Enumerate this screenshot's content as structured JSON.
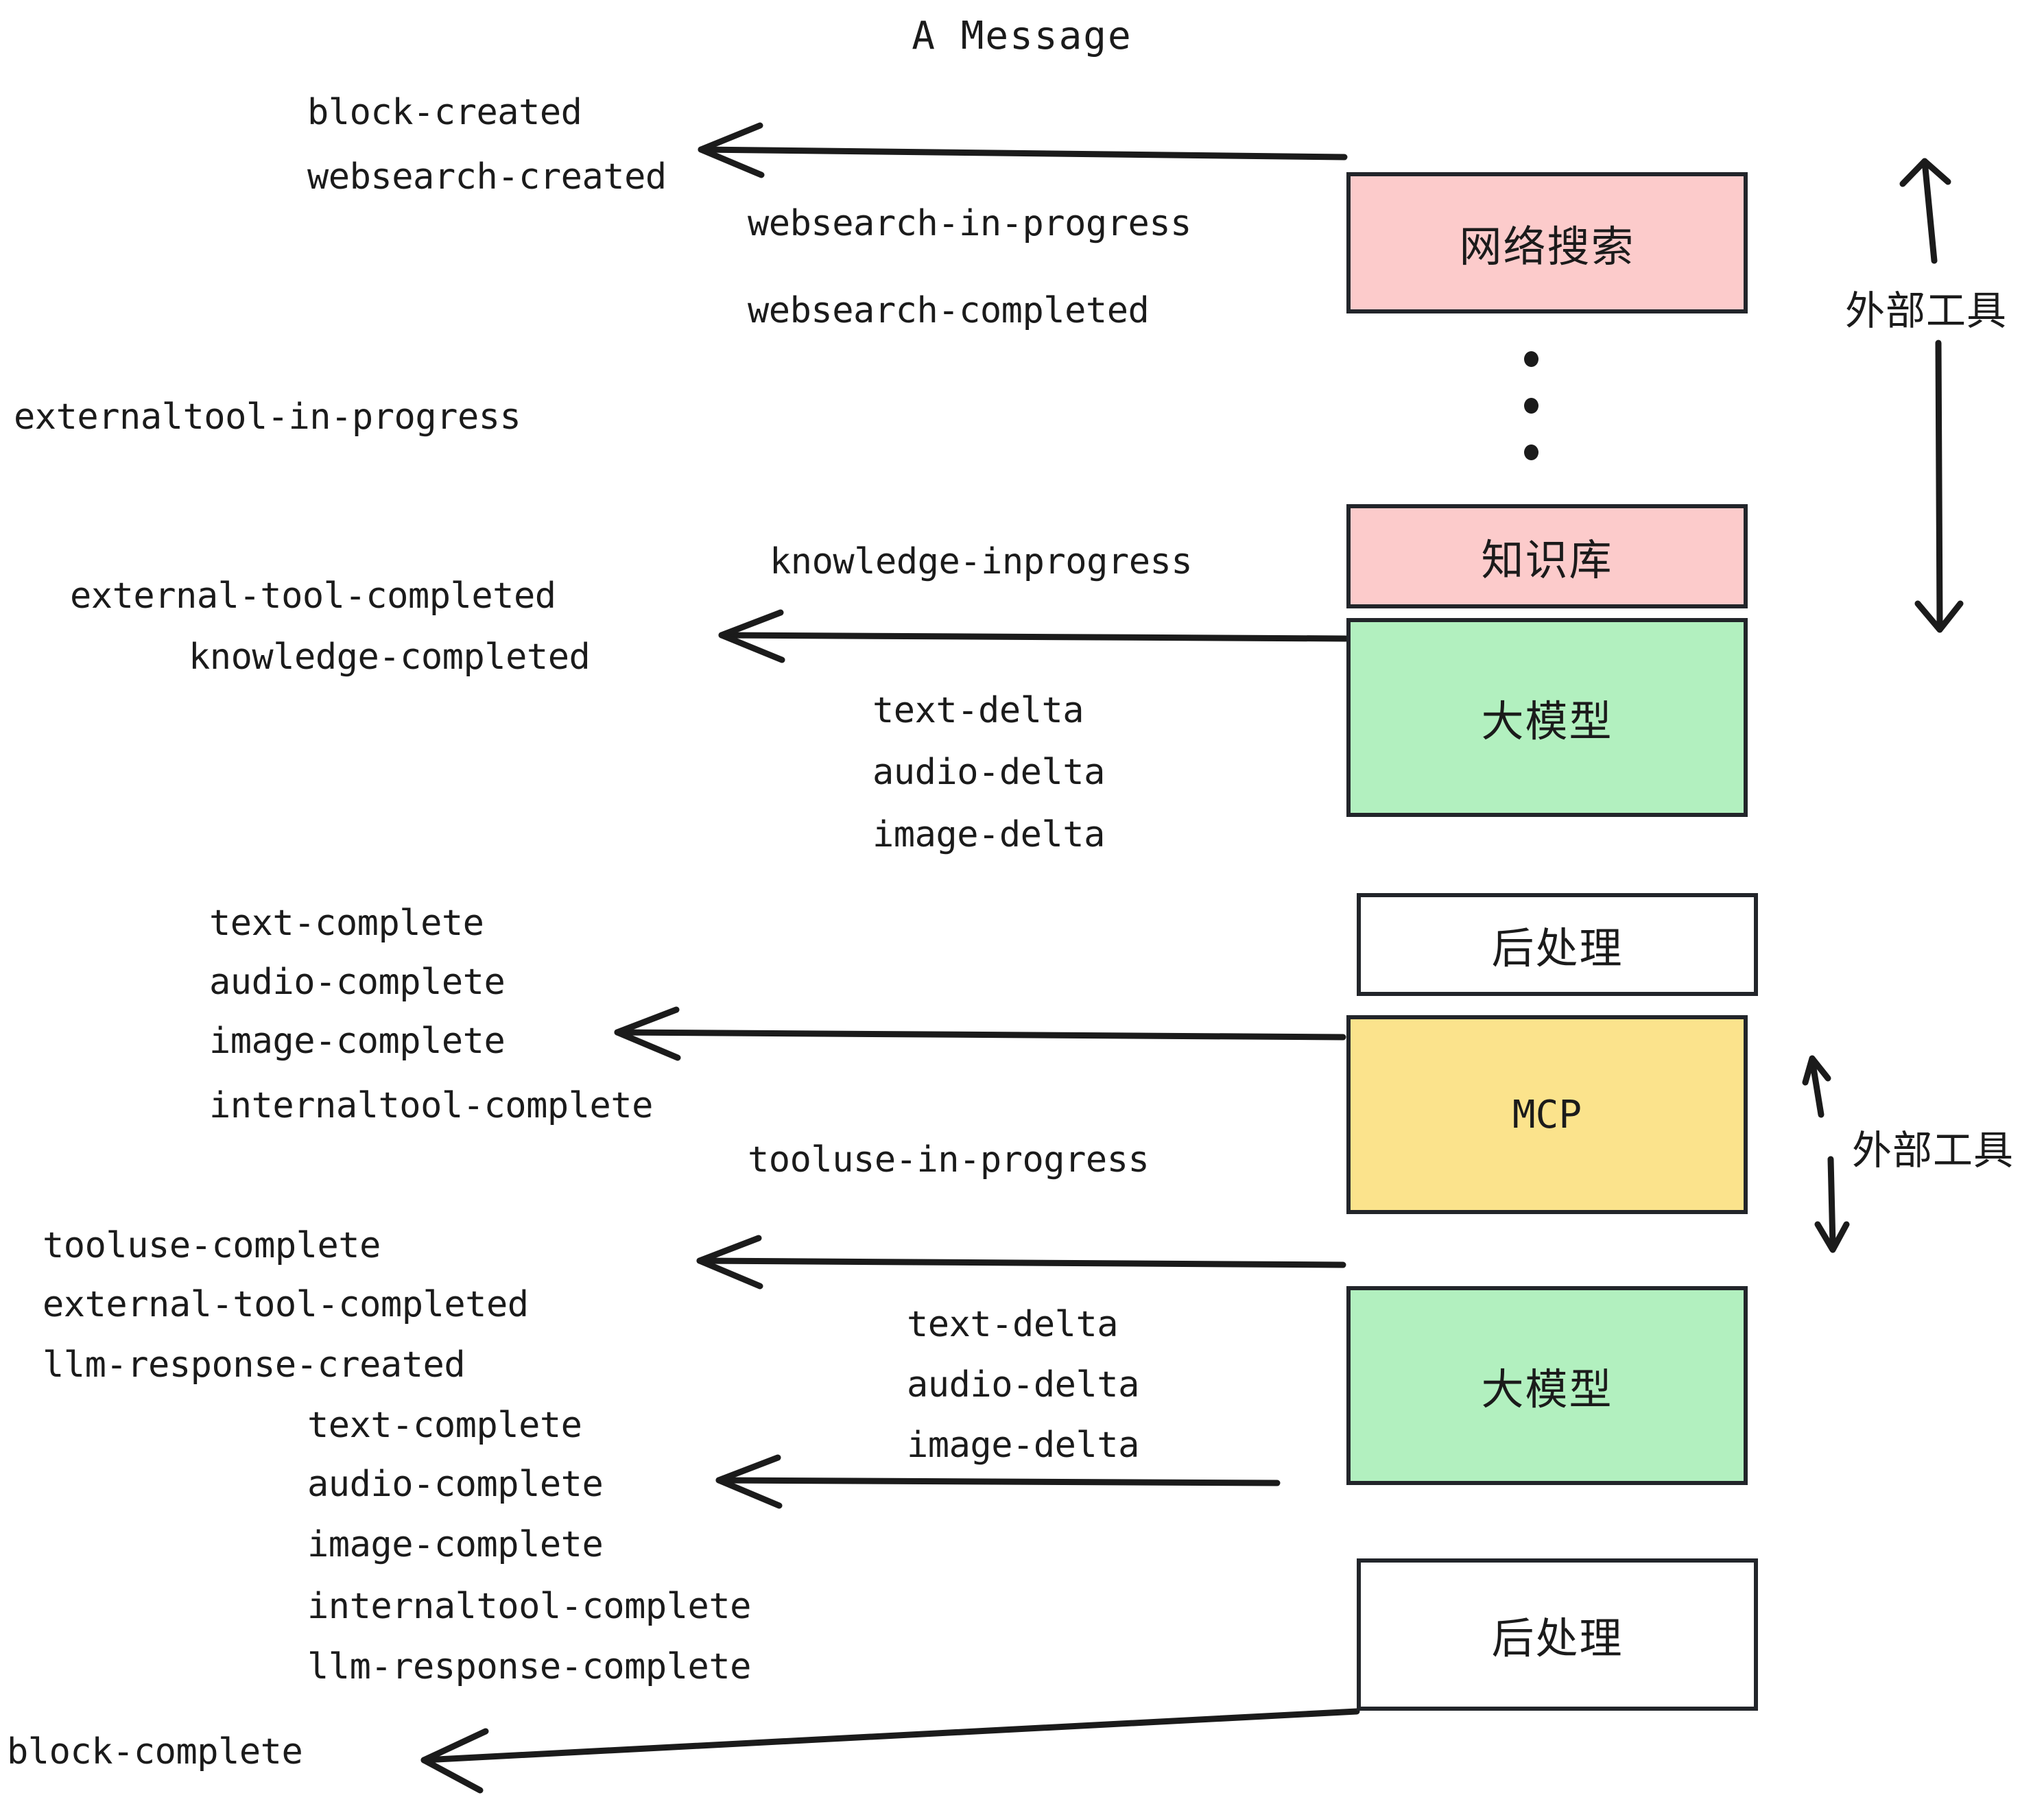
{
  "title": "A Message",
  "colors": {
    "pink": "#fccbcb",
    "green": "#b2f0bf",
    "yellow": "#fbe38c",
    "white": "#ffffff",
    "stroke": "#22252a",
    "text": "#1b1b1b",
    "background": "#ffffff"
  },
  "nodes": [
    {
      "id": "websearch",
      "label": "网络搜索",
      "fill": "pink"
    },
    {
      "id": "knowledge",
      "label": "知识库",
      "fill": "pink"
    },
    {
      "id": "llm-1",
      "label": "大模型",
      "fill": "green"
    },
    {
      "id": "postprocess-1",
      "label": "后处理",
      "fill": "white"
    },
    {
      "id": "mcp",
      "label": "MCP",
      "fill": "yellow"
    },
    {
      "id": "llm-2",
      "label": "大模型",
      "fill": "green"
    },
    {
      "id": "postprocess-2",
      "label": "后处理",
      "fill": "white"
    }
  ],
  "annotations": [
    {
      "id": "external-tool-top",
      "label": "外部工具"
    },
    {
      "id": "external-tool-bottom",
      "label": "外部工具"
    }
  ],
  "events": {
    "block_created": "block-created",
    "websearch_created": "websearch-created",
    "websearch_in_progress": "websearch-in-progress",
    "websearch_completed": "websearch-completed",
    "externaltool_in_progress": "externaltool-in-progress",
    "knowledge_inprogress": "knowledge-inprogress",
    "external_tool_completed_1": "external-tool-completed",
    "knowledge_completed": "knowledge-completed",
    "text_delta_1": "text-delta",
    "audio_delta_1": "audio-delta",
    "image_delta_1": "image-delta",
    "text_complete_1": "text-complete",
    "audio_complete_1": "audio-complete",
    "image_complete_1": "image-complete",
    "internaltool_complete_1": "internaltool-complete",
    "tooluse_in_progress": "tooluse-in-progress",
    "tooluse_complete": "tooluse-complete",
    "external_tool_completed_2": "external-tool-completed",
    "llm_response_created": "llm-response-created",
    "text_delta_2": "text-delta",
    "audio_delta_2": "audio-delta",
    "image_delta_2": "image-delta",
    "text_complete_2": "text-complete",
    "audio_complete_2": "audio-complete",
    "image_complete_2": "image-complete",
    "internaltool_complete_2": "internaltool-complete",
    "llm_response_complete": "llm-response-complete",
    "block_complete": "block-complete"
  },
  "ellipsis": {
    "count": 3
  }
}
